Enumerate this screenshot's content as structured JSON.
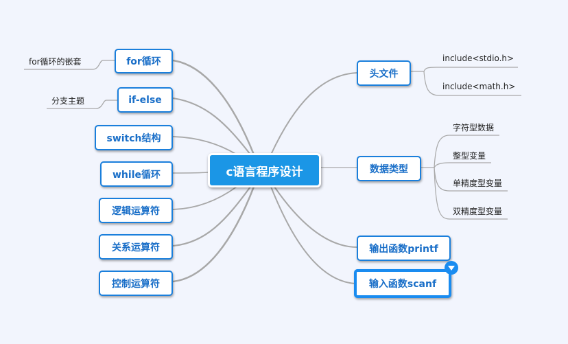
{
  "root": {
    "label": "c语言程序设计"
  },
  "left_topics": [
    {
      "label": "for循环",
      "subtopics": [
        "for循环的嵌套"
      ]
    },
    {
      "label": "if-else",
      "subtopics": [
        "分支主题"
      ]
    },
    {
      "label": "switch结构",
      "subtopics": []
    },
    {
      "label": "while循环",
      "subtopics": []
    },
    {
      "label": "逻辑运算符",
      "subtopics": []
    },
    {
      "label": "关系运算符",
      "subtopics": []
    },
    {
      "label": "控制运算符",
      "subtopics": []
    }
  ],
  "right_topics": [
    {
      "label": "头文件",
      "subtopics": [
        "include<stdio.h>",
        "include<math.h>"
      ]
    },
    {
      "label": "数据类型",
      "subtopics": [
        "字符型数据",
        "整型变量",
        "单精度型变量",
        "双精度型变量"
      ]
    },
    {
      "label": "输出函数printf",
      "subtopics": []
    },
    {
      "label": "输入函数scanf",
      "subtopics": [],
      "selected": true
    }
  ],
  "colors": {
    "root_fill": "#1b96e6",
    "topic_border": "#1a7fdc",
    "topic_text": "#1a6fc8",
    "line": "#a8a8a8",
    "background": "#f2f5fd"
  },
  "icons": {
    "collapse": "collapse-triangle-icon"
  }
}
